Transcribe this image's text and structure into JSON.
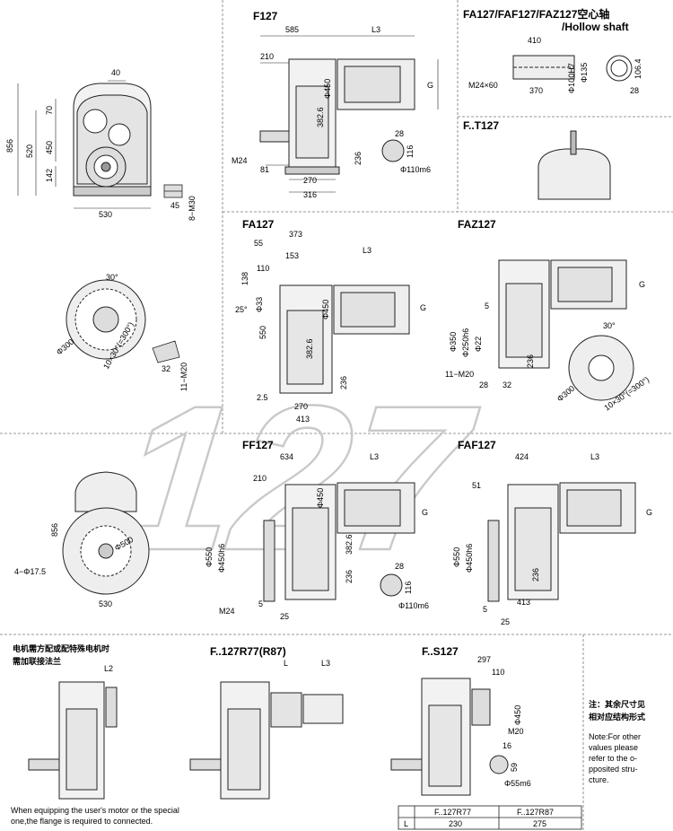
{
  "titles": {
    "f127": "F127",
    "hollow_cn": "FA127/FAF127/FAZ127空心轴",
    "hollow_en": "/Hollow shaft",
    "ft127": "F..T127",
    "fa127": "FA127",
    "faz127": "FAZ127",
    "ff127": "FF127",
    "faf127": "FAF127",
    "r77": "F..127R77(R87)",
    "s127": "F..S127",
    "watermark": "127"
  },
  "notes": {
    "motor_cn_1": "电机需方配或配特殊电机时",
    "motor_cn_2": "需加联接法兰",
    "motor_en_1": "When equipping the user's motor or the special",
    "motor_en_2": "one,the flange is required to connected.",
    "other_cn_1": "注：其余尺寸见",
    "other_cn_2": "相对应结构形式",
    "other_en_1": "Note:For other",
    "other_en_2": "values please",
    "other_en_3": "refer to the o-",
    "other_en_4": "pposited stru-",
    "other_en_5": "cture."
  },
  "dims": {
    "d40": "40",
    "d856": "856",
    "d520": "520",
    "d70": "70",
    "d450": "450",
    "d142": "142",
    "d530": "530",
    "d45": "45",
    "dM30": "8−M30",
    "d585": "585",
    "dL3": "L3",
    "d210": "210",
    "dphi450": "Φ450",
    "d382": "382.6",
    "dG": "G",
    "dM24": "M24",
    "d81": "81",
    "d270": "270",
    "d316": "316",
    "d236": "236",
    "d28": "28",
    "d116": "116",
    "dphi110": "Φ110m6",
    "h410": "410",
    "h370": "370",
    "hphi100": "Φ100H7",
    "hphi135": "Φ135",
    "hM24": "M24×60",
    "h106": "106.4",
    "h28": "28",
    "r30": "30°",
    "rphi300": "Φ300",
    "r10x30": "10×30°(=300°)",
    "r32": "32",
    "rM20": "11−M20",
    "a373": "373",
    "a55": "55",
    "a153": "153",
    "a110": "110",
    "a138": "138",
    "a25": "25°",
    "aphi33": "Φ33",
    "a550": "550",
    "a2_5": "2.5",
    "a413": "413",
    "z5": "5",
    "zphi350": "Φ350",
    "zphi250": "Φ250h6",
    "zphi22": "Φ22",
    "zM20": "11−M20",
    "z28": "28",
    "z32": "32",
    "f634": "634",
    "f17": "4−Φ17.5",
    "fphi500": "Φ500",
    "fphi550": "Φ550",
    "fphi450h6": "Φ450h6",
    "f5": "5",
    "f25": "25",
    "g424": "424",
    "g51": "51",
    "L2": "L2",
    "L": "L",
    "s297": "297",
    "s110": "110",
    "sM20": "M20",
    "s16": "16",
    "s59": "59",
    "sphi55": "Φ55m6"
  },
  "table": {
    "col1": "F..127R77",
    "col2": "F..127R87",
    "row_label": "L",
    "v1": "230",
    "v2": "275"
  }
}
